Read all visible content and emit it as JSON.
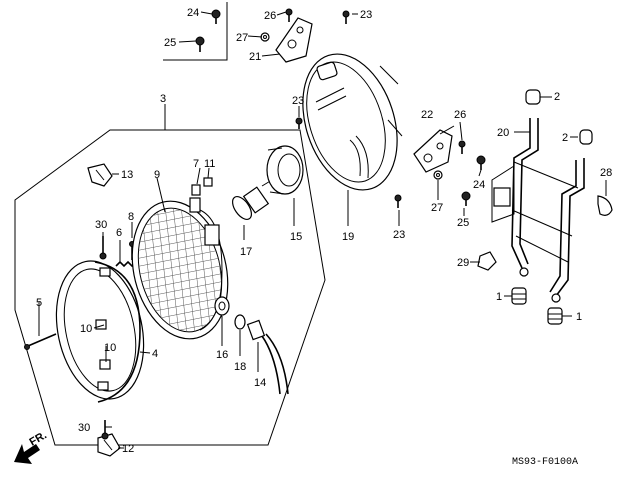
{
  "diagram": {
    "code": "MS93-F0100A",
    "direction": "FR."
  },
  "callouts": [
    {
      "id": "c1a",
      "text": "1"
    },
    {
      "id": "c1b",
      "text": "1"
    },
    {
      "id": "c2a",
      "text": "2"
    },
    {
      "id": "c2b",
      "text": "2"
    },
    {
      "id": "c3",
      "text": "3"
    },
    {
      "id": "c4",
      "text": "4"
    },
    {
      "id": "c5",
      "text": "5"
    },
    {
      "id": "c6",
      "text": "6"
    },
    {
      "id": "c7",
      "text": "7"
    },
    {
      "id": "c8",
      "text": "8"
    },
    {
      "id": "c9",
      "text": "9"
    },
    {
      "id": "c10a",
      "text": "10"
    },
    {
      "id": "c10b",
      "text": "10"
    },
    {
      "id": "c11",
      "text": "11"
    },
    {
      "id": "c12",
      "text": "12"
    },
    {
      "id": "c13",
      "text": "13"
    },
    {
      "id": "c14",
      "text": "14"
    },
    {
      "id": "c15",
      "text": "15"
    },
    {
      "id": "c16",
      "text": "16"
    },
    {
      "id": "c17",
      "text": "17"
    },
    {
      "id": "c18",
      "text": "18"
    },
    {
      "id": "c19",
      "text": "19"
    },
    {
      "id": "c20",
      "text": "20"
    },
    {
      "id": "c21",
      "text": "21"
    },
    {
      "id": "c22",
      "text": "22"
    },
    {
      "id": "c23a",
      "text": "23"
    },
    {
      "id": "c23b",
      "text": "23"
    },
    {
      "id": "c23c",
      "text": "23"
    },
    {
      "id": "c24a",
      "text": "24"
    },
    {
      "id": "c24b",
      "text": "24"
    },
    {
      "id": "c25a",
      "text": "25"
    },
    {
      "id": "c25b",
      "text": "25"
    },
    {
      "id": "c26a",
      "text": "26"
    },
    {
      "id": "c26b",
      "text": "26"
    },
    {
      "id": "c27a",
      "text": "27"
    },
    {
      "id": "c27b",
      "text": "27"
    },
    {
      "id": "c28",
      "text": "28"
    },
    {
      "id": "c29",
      "text": "29"
    },
    {
      "id": "c30a",
      "text": "30"
    },
    {
      "id": "c30b",
      "text": "30"
    }
  ]
}
